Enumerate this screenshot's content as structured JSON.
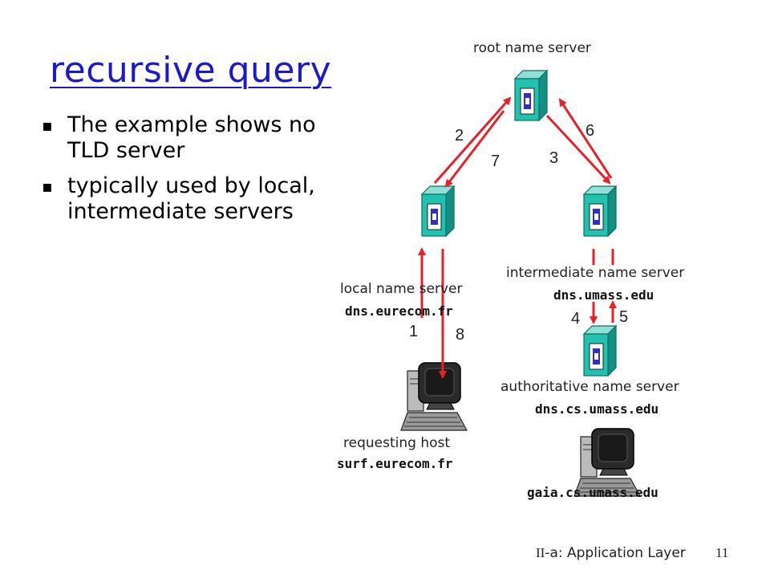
{
  "title": "recursive query",
  "bullets": [
    {
      "text": "The example shows no TLD server",
      "line1": "The example shows no",
      "line2": "TLD server"
    },
    {
      "text": "typically used by local, intermediate servers",
      "line1": "typically used by local,",
      "line2": "intermediate servers"
    }
  ],
  "diagram": {
    "root": {
      "label": "root name server"
    },
    "local": {
      "label": "local name server",
      "host": "dns.eurecom.fr"
    },
    "intermediate": {
      "label": "intermediate name server",
      "host": "dns.umass.edu"
    },
    "authoritative": {
      "label": "authoritative name server",
      "host": "dns.cs.umass.edu"
    },
    "requesting": {
      "label": "requesting host",
      "host": "surf.eurecom.fr"
    },
    "gaia": {
      "host": "gaia.cs.umass.edu"
    },
    "steps": [
      "1",
      "2",
      "3",
      "4",
      "5",
      "6",
      "7",
      "8"
    ],
    "arrow_color": "#e8202a",
    "server_color": "#1fb8a8",
    "server_accent": "#3030c0"
  },
  "footer": {
    "prefix": "II",
    "chapter": "-a: Application Layer",
    "page": "11"
  }
}
